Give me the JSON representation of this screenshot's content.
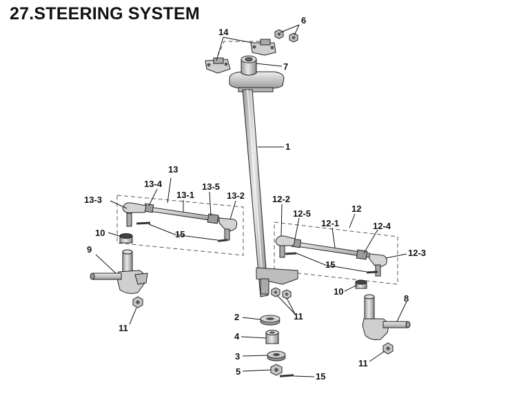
{
  "title": "27.STEERING SYSTEM",
  "labels": {
    "l1": "1",
    "l2": "2",
    "l3": "3",
    "l4": "4",
    "l5": "5",
    "l6": "6",
    "l7": "7",
    "l8": "8",
    "l9": "9",
    "l10a": "10",
    "l10b": "10",
    "l11a": "11",
    "l11b": "11",
    "l11c": "11",
    "l12": "12",
    "l12_1": "12-1",
    "l12_2": "12-2",
    "l12_3": "12-3",
    "l12_4": "12-4",
    "l12_5": "12-5",
    "l13": "13",
    "l13_1": "13-1",
    "l13_2": "13-2",
    "l13_3": "13-3",
    "l13_4": "13-4",
    "l13_5": "13-5",
    "l14": "14",
    "l15a": "15",
    "l15b": "15",
    "l15c": "15"
  }
}
